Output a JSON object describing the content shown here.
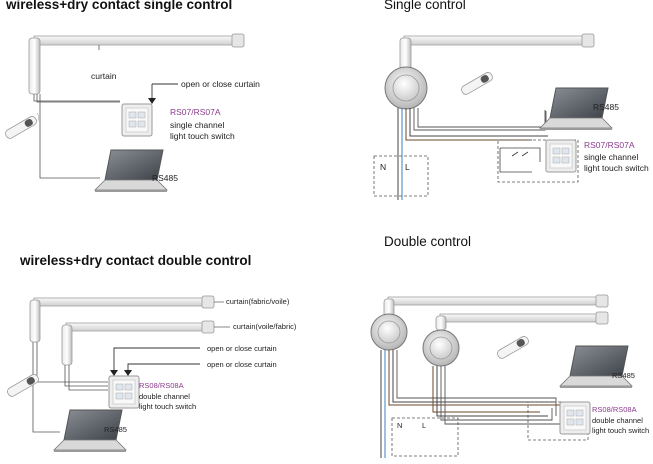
{
  "colors": {
    "purple_label": "#8a3c8c",
    "wire_gray": "#444444",
    "wire_brown": "#6b4a2a",
    "wire_blue": "#3b7fc4",
    "dashed": "#555555"
  },
  "panels": {
    "tl": {
      "title": "wireless+dry contact single control",
      "curtain": "curtain",
      "open_close": "open or close curtain",
      "switch_model": "RS07/RS07A",
      "switch_desc1": "single channel",
      "switch_desc2": "light touch switch",
      "rs485": "RS485"
    },
    "tr": {
      "title": "Single control",
      "rs485": "RS485",
      "switch_model": "RS07/RS07A",
      "switch_desc1": "single channel",
      "switch_desc2": "light touch switch",
      "n": "N",
      "l": "L"
    },
    "bl": {
      "title": "wireless+dry contact double control",
      "curtain1": "curtain(fabric/voile)",
      "curtain2": "curtain(voile/fabric)",
      "open_close1": "open or close curtain",
      "open_close2": "open or close curtain",
      "switch_model": "RS08/RS08A",
      "switch_desc1": "double channel",
      "switch_desc2": "light touch switch",
      "rs485": "RS485"
    },
    "br": {
      "title": "Double control",
      "rs485": "RS485",
      "switch_model": "RS08/RS08A",
      "switch_desc1": "double channel",
      "switch_desc2": "light touch switch",
      "n": "N",
      "l": "L"
    }
  }
}
